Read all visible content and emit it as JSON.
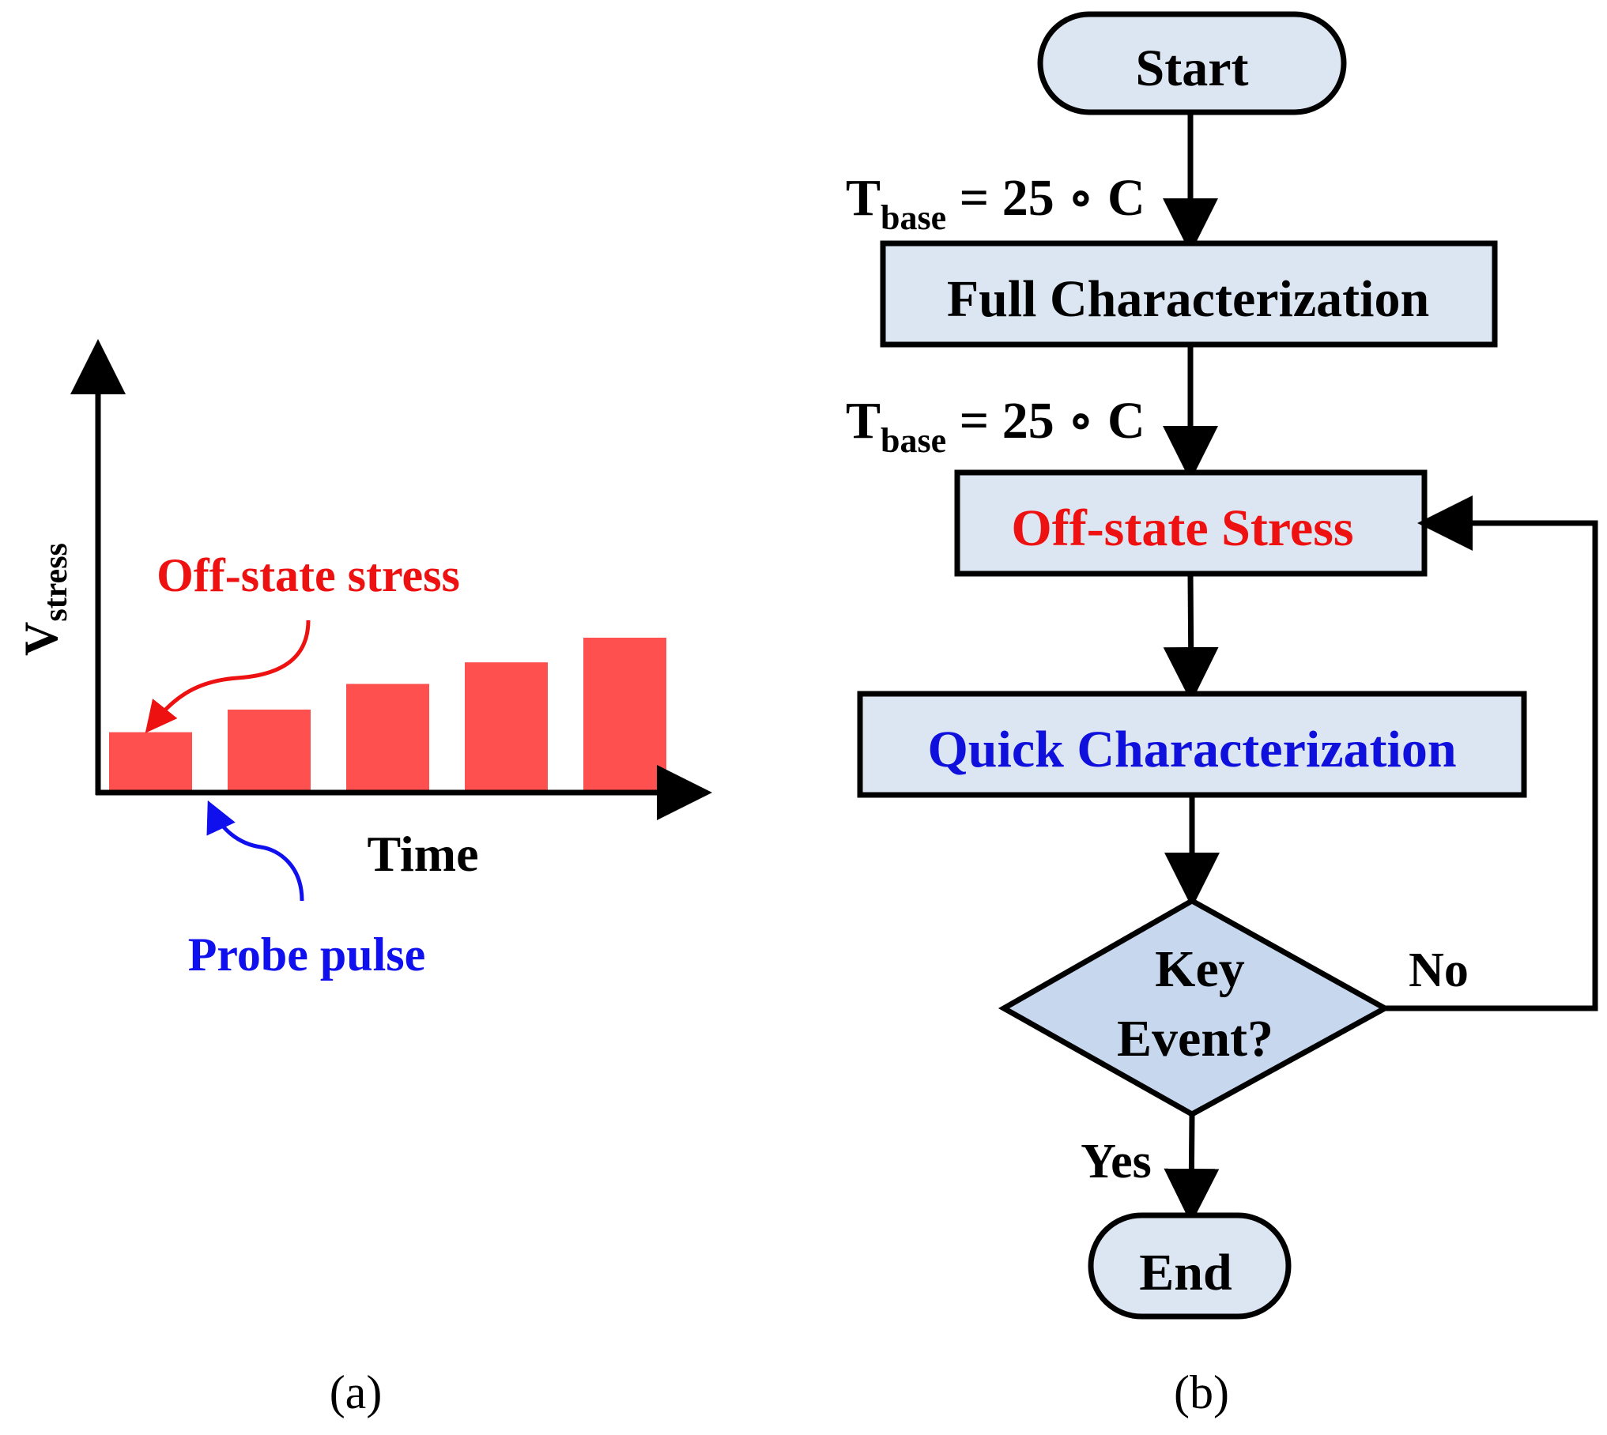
{
  "panel_a": {
    "y_axis_label": "V",
    "y_axis_label_sub": "stress",
    "x_axis_label": "Time",
    "stress_annotation": "Off-state stress",
    "probe_annotation": "Probe pulse",
    "caption": "(a)",
    "bar_relative_heights": [
      0.58,
      0.8,
      1.05,
      1.26,
      1.5
    ],
    "colors": {
      "bar": "#ff5050",
      "stress": "#ee1111",
      "probe": "#1010ee",
      "axis": "#000000"
    }
  },
  "panel_b": {
    "caption": "(b)",
    "start": "Start",
    "temp1": {
      "main": "T",
      "sub": "base",
      "rest": " = 25 ∘ C"
    },
    "full_char": "Full Characterization",
    "temp2": {
      "main": "T",
      "sub": "base",
      "rest": " = 25 ∘ C"
    },
    "off_state": "Off-state Stress",
    "quick_char": "Quick Characterization",
    "decision_line1": "Key",
    "decision_line2": "Event?",
    "no_label": "No",
    "yes_label": "Yes",
    "end": "End",
    "colors": {
      "box_fill": "#dce6f2",
      "diamond_fill": "#c6d7ee",
      "stroke": "#000000",
      "red_text": "#ee1111",
      "blue_text": "#1010dd"
    }
  }
}
